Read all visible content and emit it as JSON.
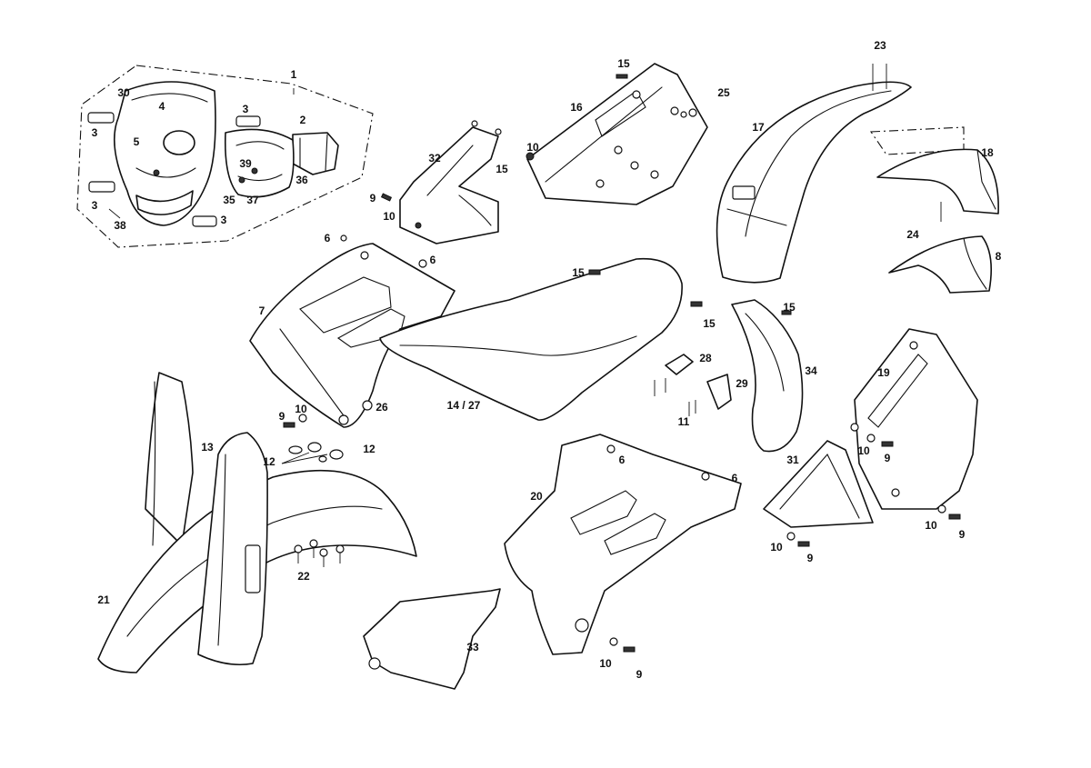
{
  "colors": {
    "line": "#111111",
    "background": "#ffffff"
  },
  "callouts": [
    {
      "id": "c1",
      "text": "1"
    },
    {
      "id": "c2",
      "text": "2"
    },
    {
      "id": "c3a",
      "text": "3"
    },
    {
      "id": "c3b",
      "text": "3"
    },
    {
      "id": "c3c",
      "text": "3"
    },
    {
      "id": "c3d",
      "text": "3"
    },
    {
      "id": "c4",
      "text": "4"
    },
    {
      "id": "c5",
      "text": "5"
    },
    {
      "id": "c30",
      "text": "30"
    },
    {
      "id": "c39",
      "text": "39"
    },
    {
      "id": "c35",
      "text": "35"
    },
    {
      "id": "c37",
      "text": "37"
    },
    {
      "id": "c36",
      "text": "36"
    },
    {
      "id": "c38",
      "text": "38"
    },
    {
      "id": "c15a",
      "text": "15"
    },
    {
      "id": "c16",
      "text": "16"
    },
    {
      "id": "c25",
      "text": "25"
    },
    {
      "id": "c10a",
      "text": "10"
    },
    {
      "id": "c15b",
      "text": "15"
    },
    {
      "id": "c32",
      "text": "32"
    },
    {
      "id": "c9a",
      "text": "9"
    },
    {
      "id": "c10b",
      "text": "10"
    },
    {
      "id": "c23",
      "text": "23"
    },
    {
      "id": "c17",
      "text": "17"
    },
    {
      "id": "c18",
      "text": "18"
    },
    {
      "id": "c24",
      "text": "24"
    },
    {
      "id": "c8",
      "text": "8"
    },
    {
      "id": "c6a",
      "text": "6"
    },
    {
      "id": "c6b",
      "text": "6"
    },
    {
      "id": "c7",
      "text": "7"
    },
    {
      "id": "c15c",
      "text": "15"
    },
    {
      "id": "c15d",
      "text": "15"
    },
    {
      "id": "c15e",
      "text": "15"
    },
    {
      "id": "c28",
      "text": "28"
    },
    {
      "id": "c29",
      "text": "29"
    },
    {
      "id": "c34",
      "text": "34"
    },
    {
      "id": "c11",
      "text": "11"
    },
    {
      "id": "c31",
      "text": "31"
    },
    {
      "id": "c19",
      "text": "19"
    },
    {
      "id": "c26",
      "text": "26"
    },
    {
      "id": "c14",
      "text": "14 / 27"
    },
    {
      "id": "c9b",
      "text": "9"
    },
    {
      "id": "c10c",
      "text": "10"
    },
    {
      "id": "c13",
      "text": "13"
    },
    {
      "id": "c12a",
      "text": "12"
    },
    {
      "id": "c12b",
      "text": "12"
    },
    {
      "id": "c6c",
      "text": "6"
    },
    {
      "id": "c6d",
      "text": "6"
    },
    {
      "id": "c20",
      "text": "20"
    },
    {
      "id": "c10d",
      "text": "10"
    },
    {
      "id": "c9c",
      "text": "9"
    },
    {
      "id": "c10e",
      "text": "10"
    },
    {
      "id": "c9d",
      "text": "9"
    },
    {
      "id": "c10f",
      "text": "10"
    },
    {
      "id": "c9e",
      "text": "9"
    },
    {
      "id": "c22",
      "text": "22"
    },
    {
      "id": "c21",
      "text": "21"
    },
    {
      "id": "c33",
      "text": "33"
    },
    {
      "id": "c10g",
      "text": "10"
    },
    {
      "id": "c9f",
      "text": "9"
    }
  ]
}
